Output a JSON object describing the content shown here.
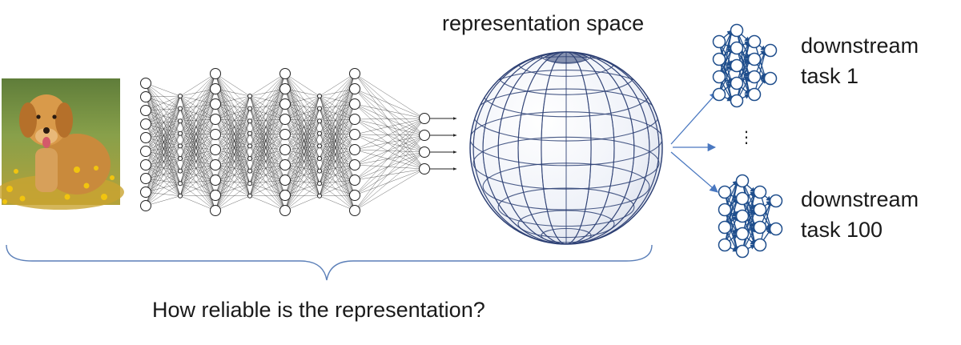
{
  "labels": {
    "representation_space": "representation space",
    "task1_line1": "downstream",
    "task1_line2": "task 1",
    "task100_line1": "downstream",
    "task100_line2": "task 100",
    "ellipsis": "⋮",
    "question": "How reliable is the representation?"
  },
  "encoder": {
    "layer_sizes": [
      10,
      9,
      10,
      10,
      10,
      4
    ]
  },
  "colors": {
    "network_stroke": "#222222",
    "downstream_blue": "#1f4e8c",
    "sphere_grid": "#2c3f73",
    "brace": "#5b7fb8",
    "arrow": "#4a78c0"
  }
}
